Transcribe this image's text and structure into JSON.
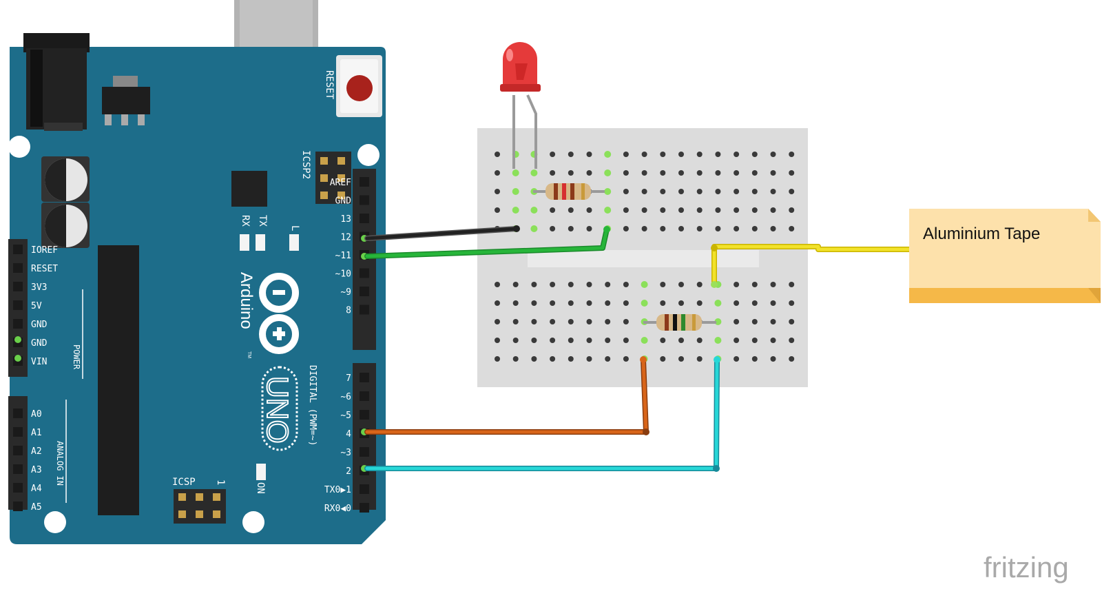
{
  "board": {
    "brand": "Arduino",
    "brand_tm": "TM",
    "model": "UNO",
    "reset_label": "RESET",
    "icsp_label": "ICSP",
    "icsp_pin1": "1",
    "icsp2_label": "ICSP2",
    "rx_led": "RX",
    "tx_led": "TX",
    "l_led": "L",
    "on_led": "ON",
    "digital_caption": "DIGITAL (PWM=~)",
    "power_caption": "POWER",
    "analog_caption": "ANALOG IN",
    "digital_pins_top": [
      "AREF",
      "GND",
      "13",
      "12",
      "~11",
      "~10",
      "~9",
      "8"
    ],
    "digital_pins_bottom": [
      "7",
      "~6",
      "~5",
      "4",
      "~3",
      "2",
      "TX0▶1",
      "RX0◀0"
    ],
    "power_pins": [
      "IOREF",
      "RESET",
      "3V3",
      "5V",
      "GND",
      "GND",
      "VIN"
    ],
    "analog_pins": [
      "A0",
      "A1",
      "A2",
      "A3",
      "A4",
      "A5"
    ],
    "colors": {
      "pcb": "#1d6d8a",
      "header": "#2a2a2a"
    }
  },
  "note": {
    "text": "Aluminium Tape",
    "color": "#fde1ab"
  },
  "watermark": "fritzing",
  "wires": {
    "gnd": "#222222",
    "pin13": "#27b53a",
    "pin4": "#d8651a",
    "pin2": "#27d7d7",
    "tape": "#f2e22a"
  }
}
